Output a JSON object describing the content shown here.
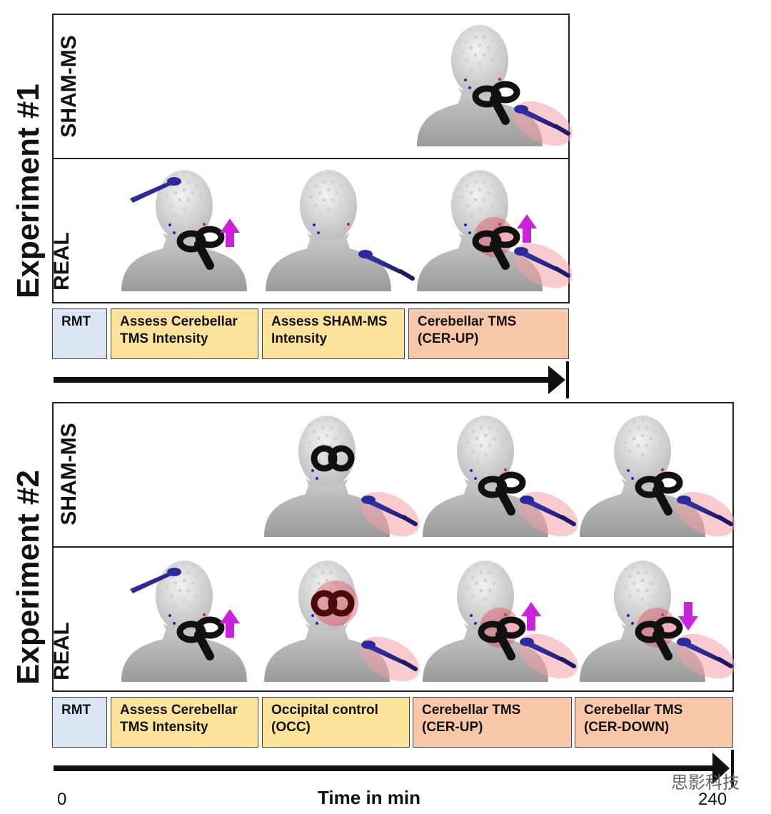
{
  "experiment1": {
    "title": "Experiment #1",
    "rows": [
      "SHAM-MS",
      "REAL"
    ],
    "phases": [
      {
        "label": "RMT",
        "kind": "rmt"
      },
      {
        "label": "Assess Cerebellar\nTMS Intensity",
        "kind": "assess"
      },
      {
        "label": "Assess SHAM-MS\nIntensity",
        "kind": "assess"
      },
      {
        "label": "Cerebellar TMS\n(CER-UP)",
        "kind": "cer"
      }
    ]
  },
  "experiment2": {
    "title": "Experiment #2",
    "rows": [
      "SHAM-MS",
      "REAL"
    ],
    "phases": [
      {
        "label": "RMT",
        "kind": "rmt"
      },
      {
        "label": "Assess Cerebellar\nTMS Intensity",
        "kind": "assess"
      },
      {
        "label": "Occipital control\n(OCC)",
        "kind": "assess"
      },
      {
        "label": "Cerebellar TMS\n(CER-UP)",
        "kind": "cer"
      },
      {
        "label": "Cerebellar TMS\n(CER-DOWN)",
        "kind": "cer"
      }
    ]
  },
  "time_axis": {
    "start": "0",
    "end": "240",
    "title": "Time in min"
  },
  "watermark": "思影科技",
  "colors": {
    "rmt": "#dbe6f4",
    "assess": "#fbe49a",
    "cer": "#f9c8a8",
    "arrow": "#cc22dd",
    "sham_coil": "#2a2aa0",
    "halo": "#f4a0a8"
  }
}
